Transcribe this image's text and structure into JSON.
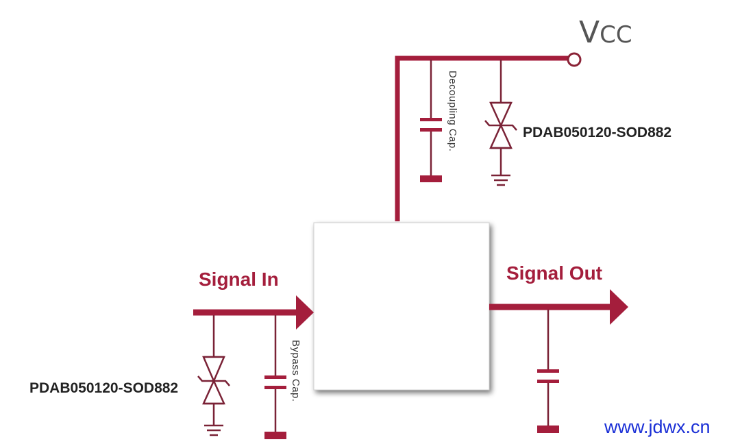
{
  "diagram": {
    "vcc": {
      "main": "V",
      "sub": "CC"
    },
    "signal_in": "Signal In",
    "signal_out": "Signal Out",
    "part_top": "PDAB050120-SOD882",
    "part_left": "PDAB050120-SOD882",
    "decoupling_cap": "Decoupling Cap.",
    "bypass_cap": "Bypass Cap.",
    "watermark": "www.jdwx.cn",
    "colors": {
      "wire": "#a41e3c",
      "component": "#7a2236",
      "watermark": "#1a2fd6"
    },
    "icons": [
      "capacitor-icon",
      "tvs-diode-icon",
      "ground-icon",
      "arrow-icon",
      "terminal-icon"
    ]
  }
}
